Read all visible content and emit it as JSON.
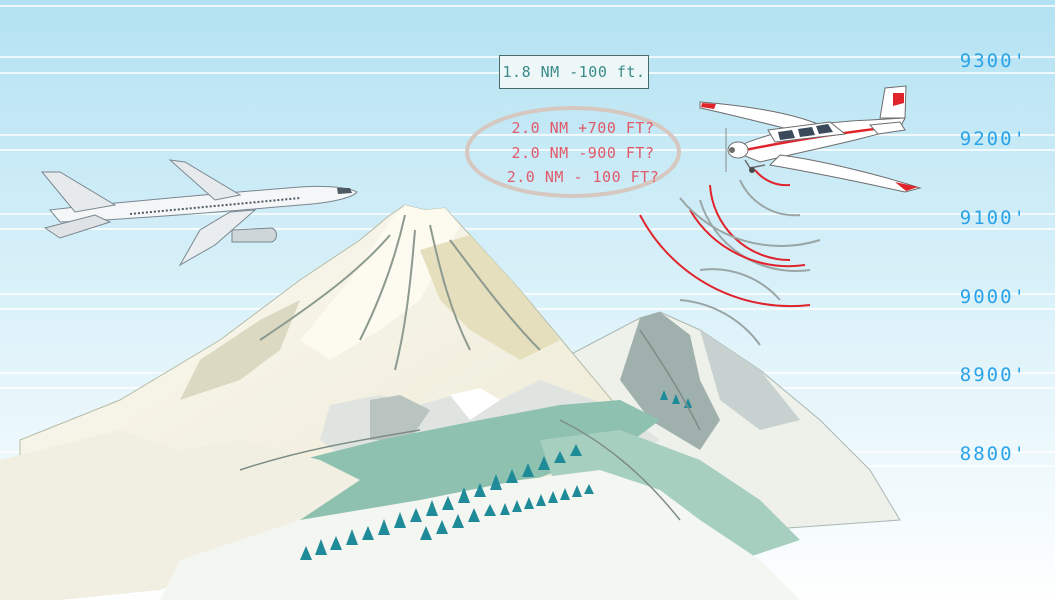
{
  "readout": "1.8 NM -100 ft.",
  "ambiguous_reports": [
    "2.0 NM +700 FT?",
    "2.0 NM -900 FT?",
    "2.0 NM - 100 FT?"
  ],
  "altitudes": [
    "9300'",
    "9200'",
    "9100'",
    "9000'",
    "8900'",
    "8800'"
  ],
  "colors": {
    "sky_top": "#b5e3f3",
    "sky_bottom": "#ffffff",
    "altitude_text": "#2ba3e8",
    "signal_red": "#e0242c",
    "signal_gray": "#9aa5a5",
    "warning_text": "#e05a6a"
  }
}
